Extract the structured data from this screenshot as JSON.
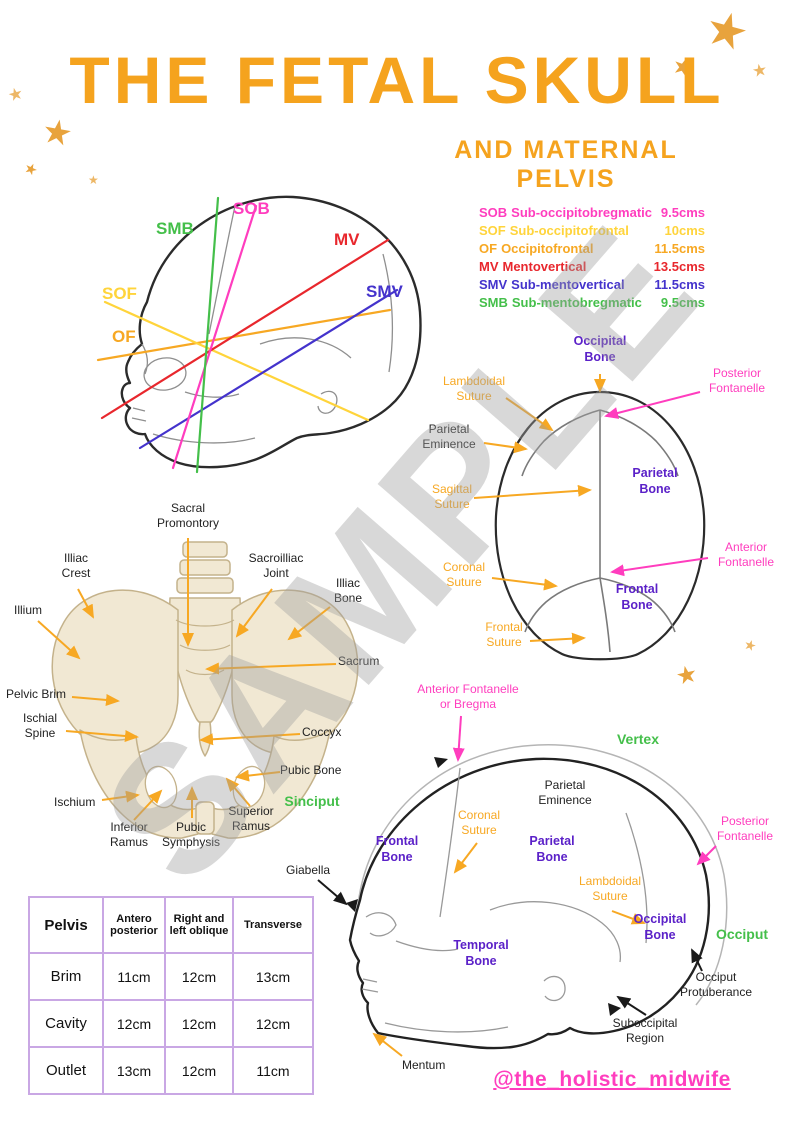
{
  "page": {
    "title": "THE FETAL SKULL",
    "subtitle": "AND MATERNAL PELVIS",
    "watermark": "SAMPLE",
    "handle": "@the_holistic_midwife"
  },
  "decor": {
    "star": "★"
  },
  "colors": {
    "accent_orange": "#F5A31E",
    "label_orange": "#F7A823",
    "pink": "#FF3DBE",
    "red": "#E8272D",
    "yellow": "#FFD43B",
    "green": "#44BF4A",
    "purple": "#5B21C8",
    "table_border": "#C9A7E4"
  },
  "diameters": {
    "skull_line_labels": [
      {
        "abbr": "SOB",
        "color": "#FF3DBE"
      },
      {
        "abbr": "SMB",
        "color": "#44BF4A"
      },
      {
        "abbr": "MV",
        "color": "#E8272D"
      },
      {
        "abbr": "SOF",
        "color": "#FFD43B"
      },
      {
        "abbr": "SMV",
        "color": "#4433CC"
      },
      {
        "abbr": "OF",
        "color": "#F7A823"
      }
    ],
    "legend": [
      {
        "abbr": "SOB",
        "name": "Sub-occipitobregmatic",
        "value": "9.5cms",
        "color": "#FF3DBE"
      },
      {
        "abbr": "SOF",
        "name": "Sub-occipitofrontal",
        "value": "10cms",
        "color": "#FFD43B"
      },
      {
        "abbr": "OF",
        "name": "Occipitofrontal",
        "value": "11.5cms",
        "color": "#F7A823"
      },
      {
        "abbr": "MV",
        "name": "Mentovertical",
        "value": "13.5cms",
        "color": "#E8272D"
      },
      {
        "abbr": "SMV",
        "name": "Sub-mentovertical",
        "value": "11.5cms",
        "color": "#4433CC"
      },
      {
        "abbr": "SMB",
        "name": "Sub-mentobregmatic",
        "value": "9.5cms",
        "color": "#44BF4A"
      }
    ]
  },
  "top_view": {
    "occipital_bone": "Occipital Bone",
    "lambdoidal_suture": "Lambdoidal Suture",
    "posterior_fontanelle": "Posterior Fontanelle",
    "parietal_eminence": "Parietal Eminence",
    "sagittal_suture": "Sagittal Suture",
    "parietal_bone": "Parietal Bone",
    "coronal_suture": "Coronal Suture",
    "anterior_fontanelle": "Anterior Fontanelle",
    "frontal_bone": "Frontal Bone",
    "frontal_suture": "Frontal Suture"
  },
  "pelvis": {
    "sacral_promontory": "Sacral Promontory",
    "illiac_crest": "Illiac Crest",
    "sacroilliac_joint": "Sacroilliac Joint",
    "illiac_bone": "Illiac Bone",
    "illium": "Illium",
    "sacrum": "Sacrum",
    "pelvic_brim": "Pelvic Brim",
    "ischial_spine": "Ischial Spine",
    "coccyx": "Coccyx",
    "pubic_bone": "Pubic Bone",
    "ischium": "Ischium",
    "inferior_ramus": "Inferior Ramus",
    "pubic_symphysis": "Pubic Symphysis",
    "superior_ramus": "Superior Ramus"
  },
  "lateral_view": {
    "anterior_fontanelle": "Anterior Fontanelle or Bregma",
    "vertex": "Vertex",
    "parietal_eminence": "Parietal Eminence",
    "coronal_suture": "Coronal Suture",
    "frontal_bone": "Frontal Bone",
    "parietal_bone": "Parietal Bone",
    "lambdoidal_suture": "Lambdoidal Suture",
    "posterior_fontanelle": "Posterior Fontanelle",
    "occipital_bone": "Occipital Bone",
    "occiput": "Occiput",
    "occiput_protuberance": "Occiput Protuberance",
    "suboccipital_region": "Suboccipital Region",
    "temporal_bone": "Temporal Bone",
    "giabella": "Giabella",
    "mentum": "Mentum",
    "sinciput": "Sinciput"
  },
  "pelvis_table": {
    "headers": [
      "Pelvis",
      "Antero posterior",
      "Right and left oblique",
      "Transverse"
    ],
    "rows": [
      {
        "label": "Brim",
        "values": [
          "11cm",
          "12cm",
          "13cm"
        ]
      },
      {
        "label": "Cavity",
        "values": [
          "12cm",
          "12cm",
          "12cm"
        ]
      },
      {
        "label": "Outlet",
        "values": [
          "13cm",
          "12cm",
          "11cm"
        ]
      }
    ]
  }
}
